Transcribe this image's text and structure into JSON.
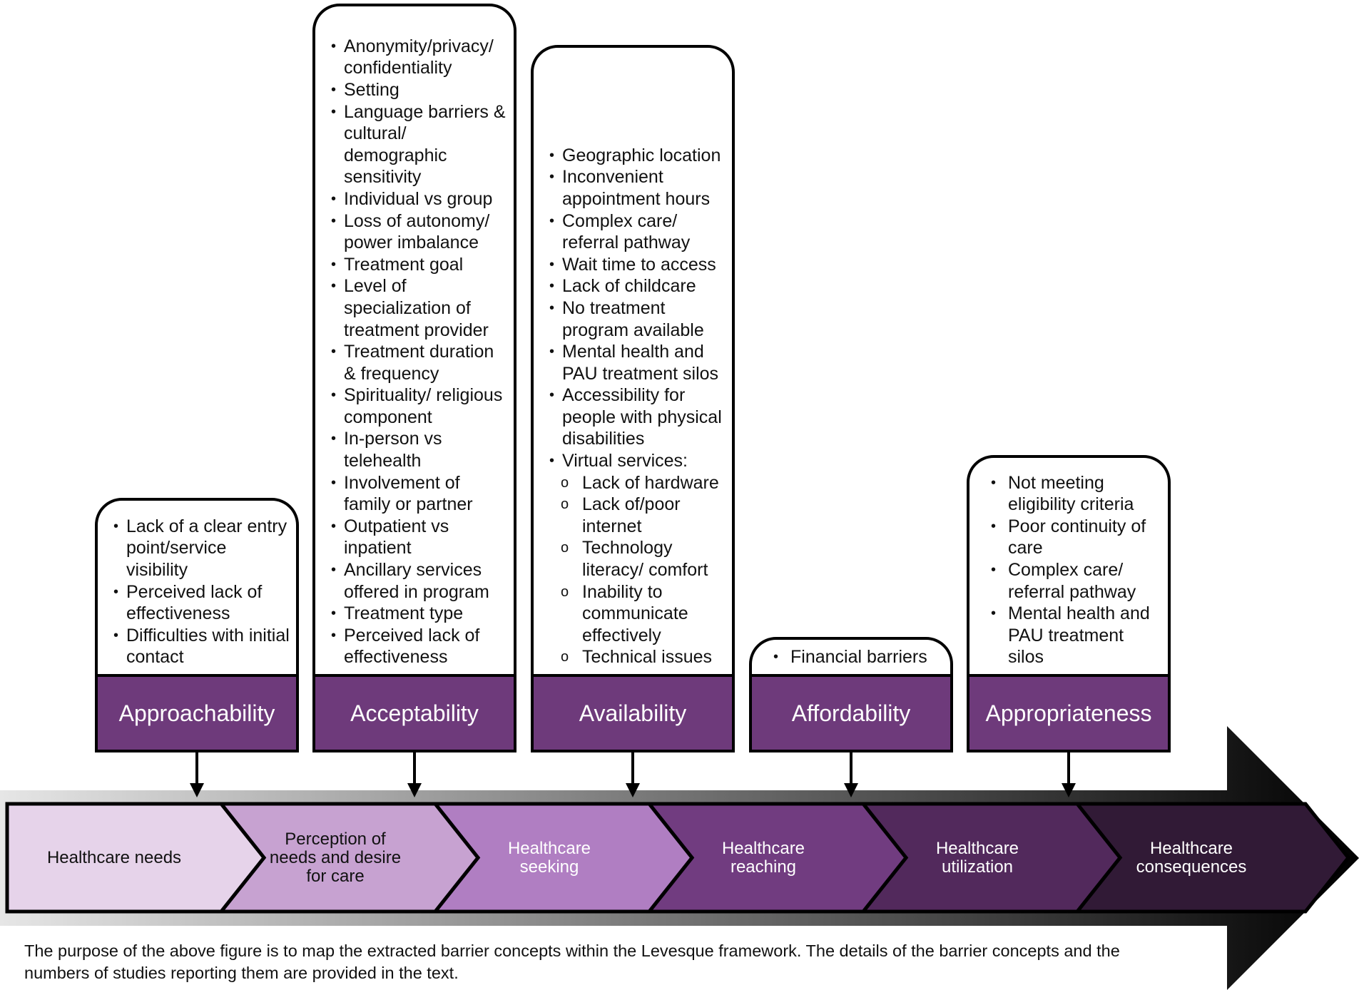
{
  "barrier_columns": [
    {
      "category": "Approachability",
      "items": [
        {
          "text": "Lack of a clear entry point/service visibility"
        },
        {
          "text": "Perceived lack of effectiveness"
        },
        {
          "text": "Difficulties with initial contact"
        }
      ]
    },
    {
      "category": "Acceptability",
      "items": [
        {
          "text": "Anonymity/privacy/ confidentiality"
        },
        {
          "text": "Setting"
        },
        {
          "text": "Language barriers & cultural/ demographic sensitivity"
        },
        {
          "text": "Individual vs group"
        },
        {
          "text": "Loss of autonomy/ power imbalance"
        },
        {
          "text": "Treatment goal"
        },
        {
          "text": "Level of specialization of treatment provider"
        },
        {
          "text": "Treatment duration & frequency"
        },
        {
          "text": "Spirituality/ religious component"
        },
        {
          "text": "In-person vs telehealth"
        },
        {
          "text": "Involvement of family or partner"
        },
        {
          "text": "Outpatient vs inpatient"
        },
        {
          "text": "Ancillary services offered in program"
        },
        {
          "text": "Treatment type"
        },
        {
          "text": "Perceived lack of effectiveness"
        }
      ]
    },
    {
      "category": "Availability",
      "items": [
        {
          "text": "Geographic location"
        },
        {
          "text": "Inconvenient appointment hours"
        },
        {
          "text": "Complex care/ referral pathway"
        },
        {
          "text": "Wait time to access"
        },
        {
          "text": "Lack of childcare"
        },
        {
          "text": "No treatment program available"
        },
        {
          "text": "Mental health and PAU treatment silos"
        },
        {
          "text": "Accessibility for people with physical disabilities"
        },
        {
          "text": "Virtual services:"
        },
        {
          "text": "Lack of hardware",
          "sub": true
        },
        {
          "text": "Lack of/poor internet",
          "sub": true
        },
        {
          "text": "Technology literacy/ comfort",
          "sub": true
        },
        {
          "text": "Inability to communicate effectively",
          "sub": true
        },
        {
          "text": "Technical issues",
          "sub": true
        }
      ]
    },
    {
      "category": "Affordability",
      "items": [
        {
          "text": "Financial barriers"
        }
      ]
    },
    {
      "category": "Appropriateness",
      "items": [
        {
          "text": "Not meeting eligibility criteria"
        },
        {
          "text": "Poor continuity of care"
        },
        {
          "text": "Complex care/ referral pathway"
        },
        {
          "text": "Mental health and PAU treatment silos"
        }
      ]
    }
  ],
  "stages": [
    {
      "label": "Healthcare needs",
      "fill": "#e6d3ea",
      "text_color": "#111111"
    },
    {
      "label": "Perception of needs and desire for care",
      "fill": "#c7a2d1",
      "text_color": "#111111"
    },
    {
      "label": "Healthcare seeking",
      "fill": "#b07ec2",
      "text_color": "#ffffff"
    },
    {
      "label": "Healthcare reaching",
      "fill": "#713c80",
      "text_color": "#ffffff"
    },
    {
      "label": "Healthcare utilization",
      "fill": "#52295c",
      "text_color": "#ffffff"
    },
    {
      "label": "Healthcare consequences",
      "fill": "#311a36",
      "text_color": "#ffffff"
    }
  ],
  "colors": {
    "category_fill": "#6e3a7b",
    "arrow_dark": "#000000",
    "arrow_light": "#e6e6e6"
  },
  "caption": "The purpose of the above figure is to map the extracted barrier concepts within the Levesque framework. The details of the barrier concepts and the numbers of studies reporting them are provided in the text."
}
